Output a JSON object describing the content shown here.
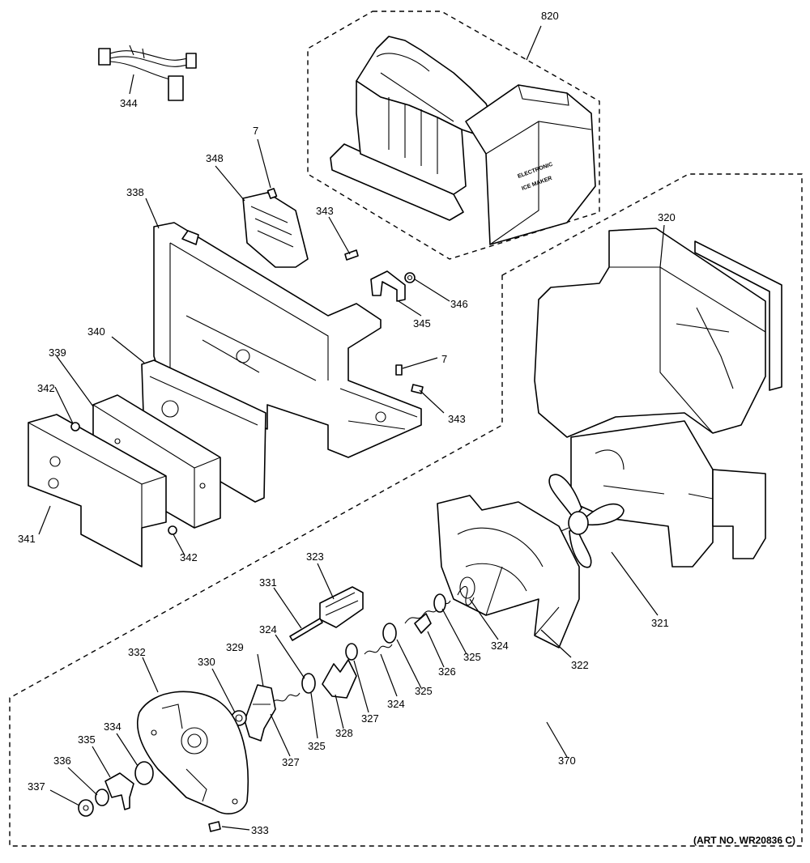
{
  "art_number": "(ART NO. WR20836 C)",
  "ice_maker_label": {
    "line1": "ELECTRONIC",
    "line2": "ICE MAKER"
  },
  "callouts": {
    "c344": "344",
    "c7a": "7",
    "c348": "348",
    "c338": "338",
    "c343a": "343",
    "c346": "346",
    "c345": "345",
    "c7b": "7",
    "c343b": "343",
    "c340": "340",
    "c339": "339",
    "c342a": "342",
    "c341": "341",
    "c342b": "342",
    "c820": "820",
    "c320": "320",
    "c321": "321",
    "c322": "322",
    "c323": "323",
    "c331": "331",
    "c324a": "324",
    "c324b": "324",
    "c324c": "324",
    "c325a": "325",
    "c325b": "325",
    "c325c": "325",
    "c326": "326",
    "c327a": "327",
    "c327b": "327",
    "c328": "328",
    "c329": "329",
    "c330": "330",
    "c332": "332",
    "c334": "334",
    "c335": "335",
    "c336": "336",
    "c337": "337",
    "c333": "333",
    "c370": "370"
  }
}
